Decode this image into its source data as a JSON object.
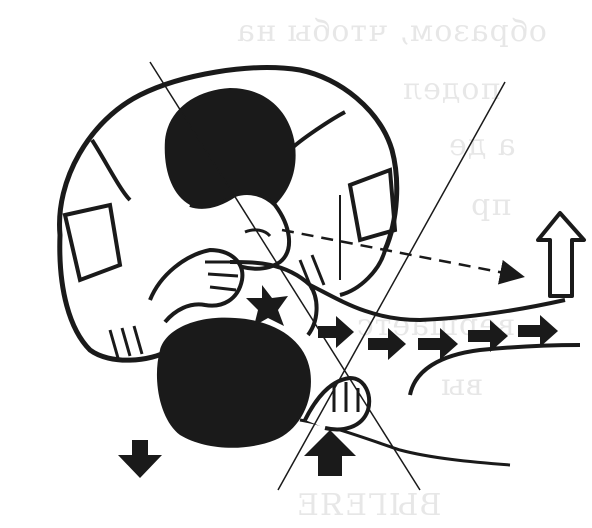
{
  "illustration": {
    "description_kind": "first-aid diagram",
    "ink_color": "#1a1a1a",
    "paper_color": "#ffffff",
    "ghost_text": [
      "образом, чтобы на",
      "подел",
      "а де",
      "пр",
      "вершаетс",
      "вы",
      "",
      "ВЫГЕЯЕ"
    ]
  }
}
